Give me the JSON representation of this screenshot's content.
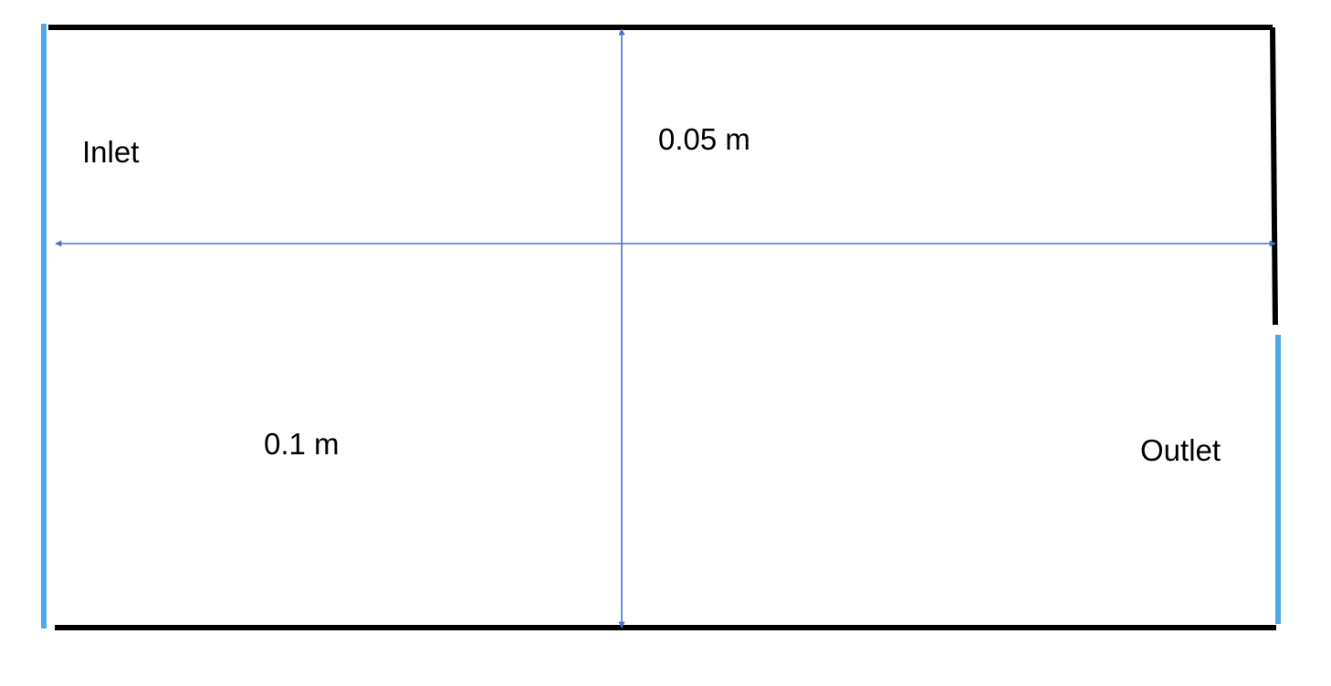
{
  "labels": {
    "inlet": "Inlet",
    "outlet": "Outlet",
    "height": "0.05 m",
    "length": "0.1 m"
  },
  "colors": {
    "wall": "#000000",
    "boundary": "#4ea9e8",
    "dimension": "#4472c4",
    "text": "#000000",
    "background": "#ffffff"
  }
}
